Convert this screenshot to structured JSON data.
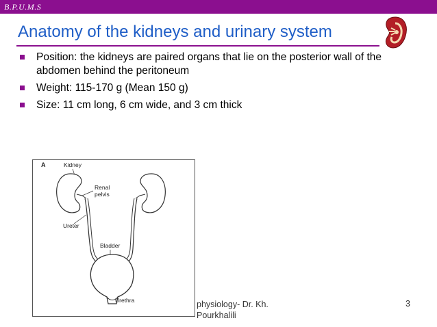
{
  "header": {
    "org": "B.P.U.M.S"
  },
  "title": "Anatomy of the kidneys and urinary system",
  "bullets": [
    "Position: the kidneys are paired organs that lie on the posterior wall of the abdomen behind the peritoneum",
    "Weight: 115-170 g (Mean 150 g)",
    "Size: 11 cm long, 6 cm wide, and 3 cm thick"
  ],
  "figure": {
    "panel_letter": "A",
    "labels": {
      "kidney": "Kidney",
      "renal_pelvis_1": "Renal",
      "renal_pelvis_2": "pelvis",
      "ureter": "Ureter",
      "bladder": "Bladder",
      "urethra": "Urethra"
    }
  },
  "footer": {
    "text": "physiology- Dr. Kh.\nPourkhalili",
    "page": "3"
  },
  "colors": {
    "accent": "#8b0f8f",
    "title": "#1f5ec7"
  },
  "icons": {
    "logo": "kidney-logo-icon",
    "bullet": "square-bullet-icon"
  }
}
